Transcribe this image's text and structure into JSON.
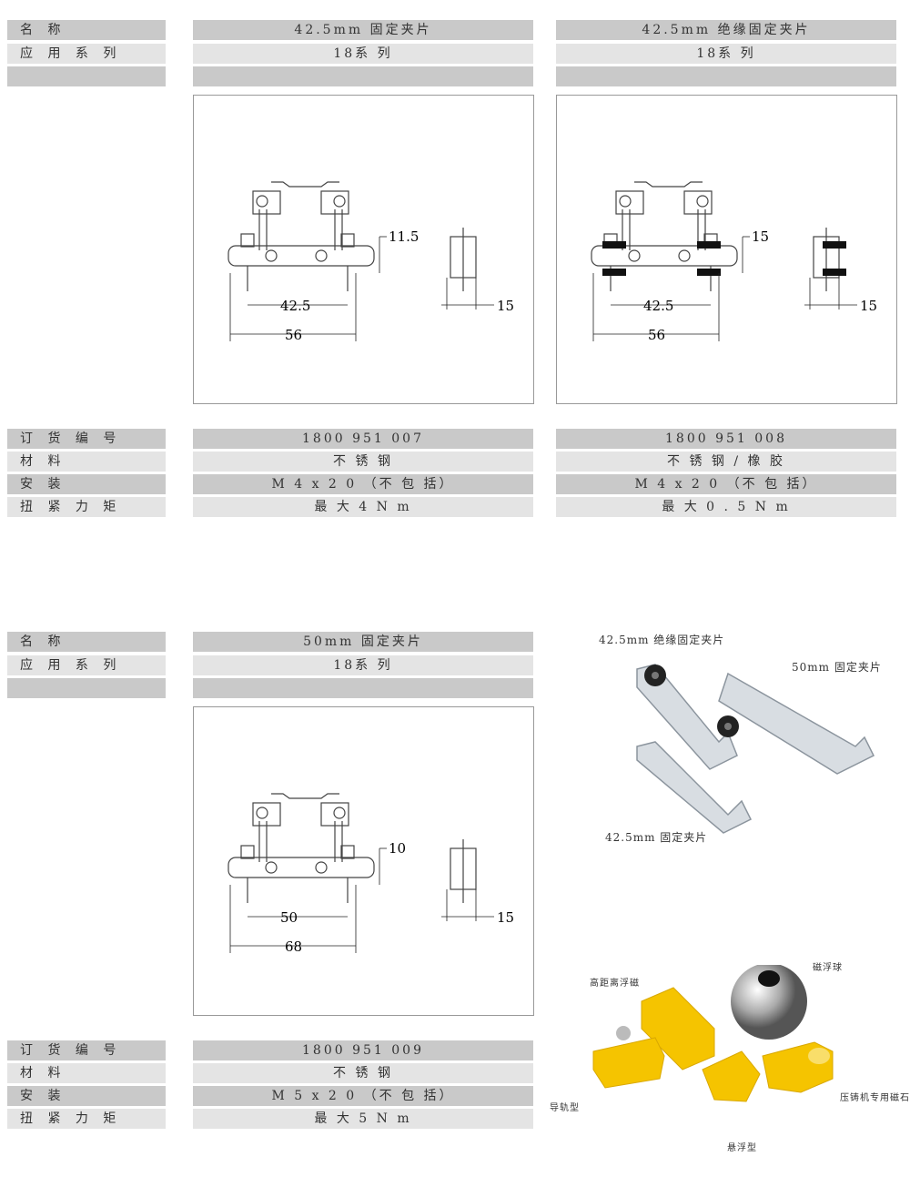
{
  "labels": {
    "name": "名 称",
    "series": "应 用 系 列",
    "order": "订 货 编 号",
    "material": "材 料",
    "install": "安 装",
    "torque": "扭 紧 力 矩"
  },
  "products": [
    {
      "name": "42.5mm 固定夹片",
      "series": "18系 列",
      "order": "1800 951 007",
      "material": "不 锈 钢",
      "install": "M 4 x 2 0 （不 包 括）",
      "torque": "最 大  4 N m",
      "dims": {
        "h": "11.5",
        "inner": "42.5",
        "outer": "56",
        "side": "15"
      }
    },
    {
      "name": "42.5mm 绝缘固定夹片",
      "series": "18系 列",
      "order": "1800 951 008",
      "material": "不 锈 钢  / 橡 胶",
      "install": "M 4 x 2 0 （不 包 括）",
      "torque": "最 大  0 . 5 N m",
      "dims": {
        "h": "15",
        "inner": "42.5",
        "outer": "56",
        "side": "15"
      }
    },
    {
      "name": "50mm 固定夹片",
      "series": "18系 列",
      "order": "1800 951 009",
      "material": "不 锈 钢",
      "install": "M 5 x 2 0 （不 包 括）",
      "torque": "最 大  5 N m",
      "dims": {
        "h": "10",
        "inner": "50",
        "outer": "68",
        "side": "15"
      }
    }
  ],
  "photo1": {
    "a": "42.5mm 绝缘固定夹片",
    "b": "50mm 固定夹片",
    "c": "42.5mm 固定夹片"
  },
  "photo2": {
    "a": "高距离浮磁",
    "b": "磁浮球",
    "c": "导轨型",
    "d": "压铸机专用磁石",
    "e": "悬浮型"
  }
}
